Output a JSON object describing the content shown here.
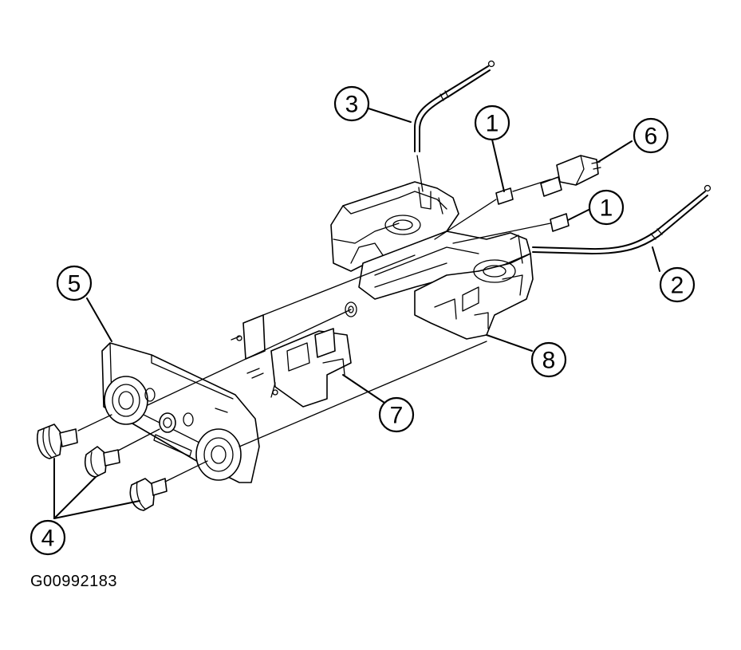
{
  "figure_id": "G00992183",
  "callouts": {
    "c1a": "1",
    "c1b": "1",
    "c2": "2",
    "c3": "3",
    "c4": "4",
    "c5": "5",
    "c6": "6",
    "c7": "7",
    "c8": "8"
  }
}
